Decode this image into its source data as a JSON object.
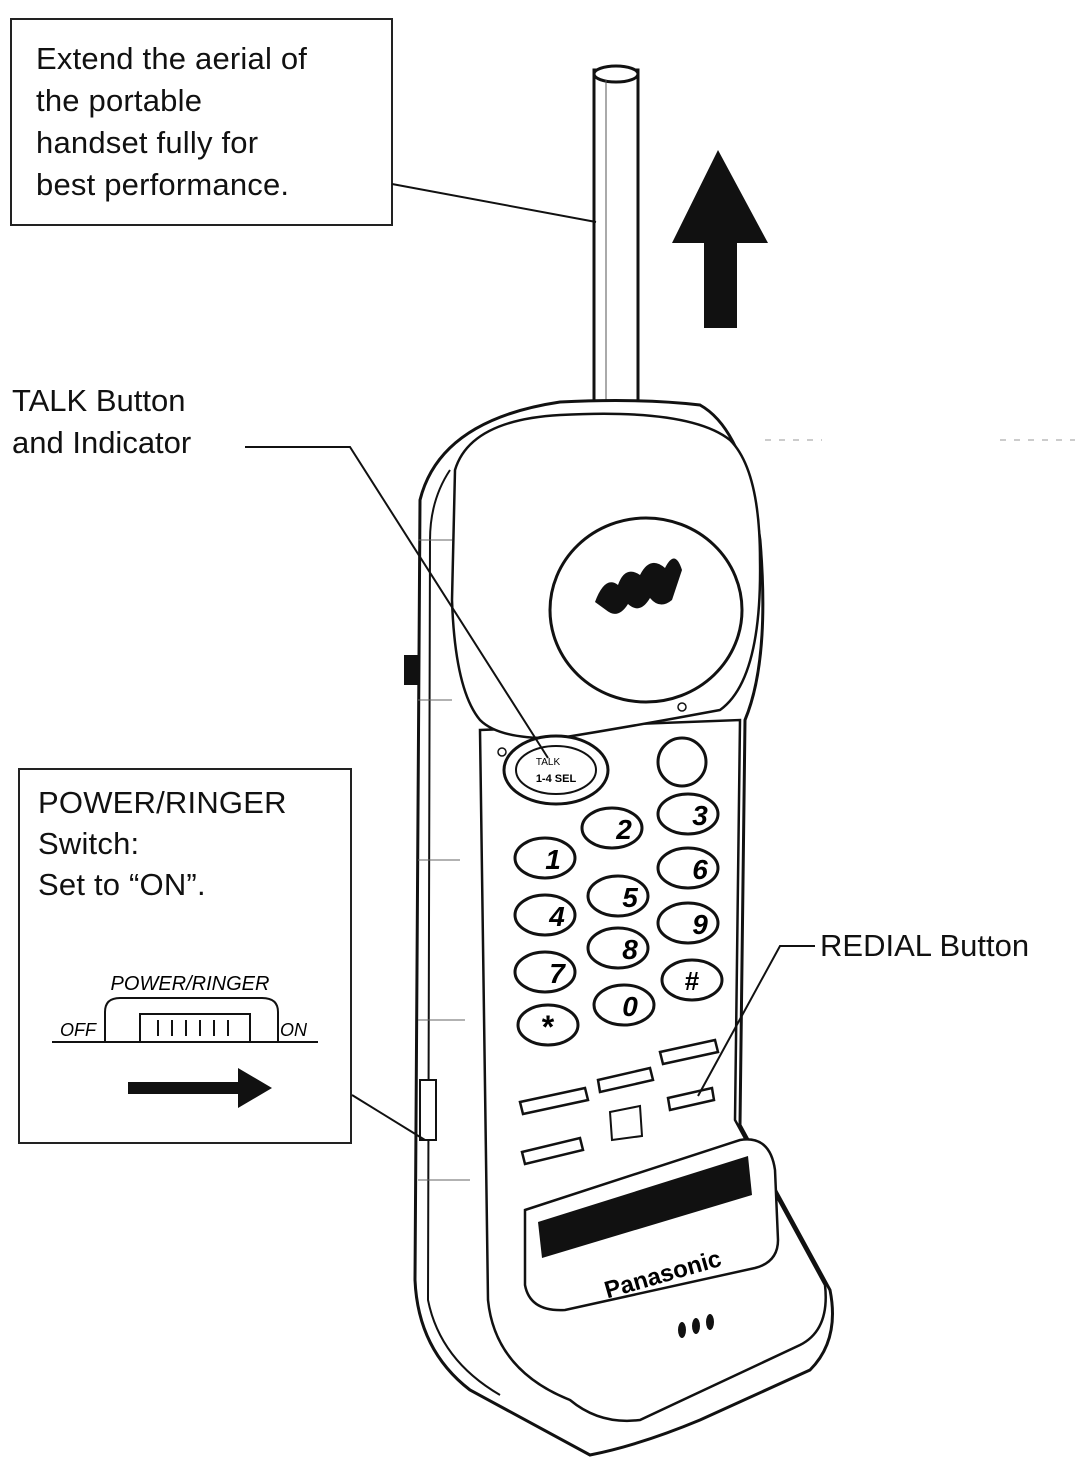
{
  "callouts": {
    "aerial": {
      "lines": [
        "Extend the aerial of",
        "the portable",
        "handset fully for",
        "best performance."
      ]
    },
    "talk": {
      "lines": [
        "TALK Button",
        "and Indicator"
      ]
    },
    "power": {
      "lines": [
        "POWER/RINGER",
        "Switch:",
        "Set to “ON”."
      ],
      "switch_title": "POWER/RINGER",
      "switch_off": "OFF",
      "switch_on": "ON"
    },
    "redial": {
      "label": "REDIAL Button"
    }
  },
  "handset": {
    "brand": "Panasonic",
    "talk_key": [
      "TALK",
      "1-4 SEL"
    ],
    "keys": [
      "1",
      "2",
      "3",
      "4",
      "5",
      "6",
      "7",
      "8",
      "9",
      "*",
      "0",
      "#"
    ]
  }
}
